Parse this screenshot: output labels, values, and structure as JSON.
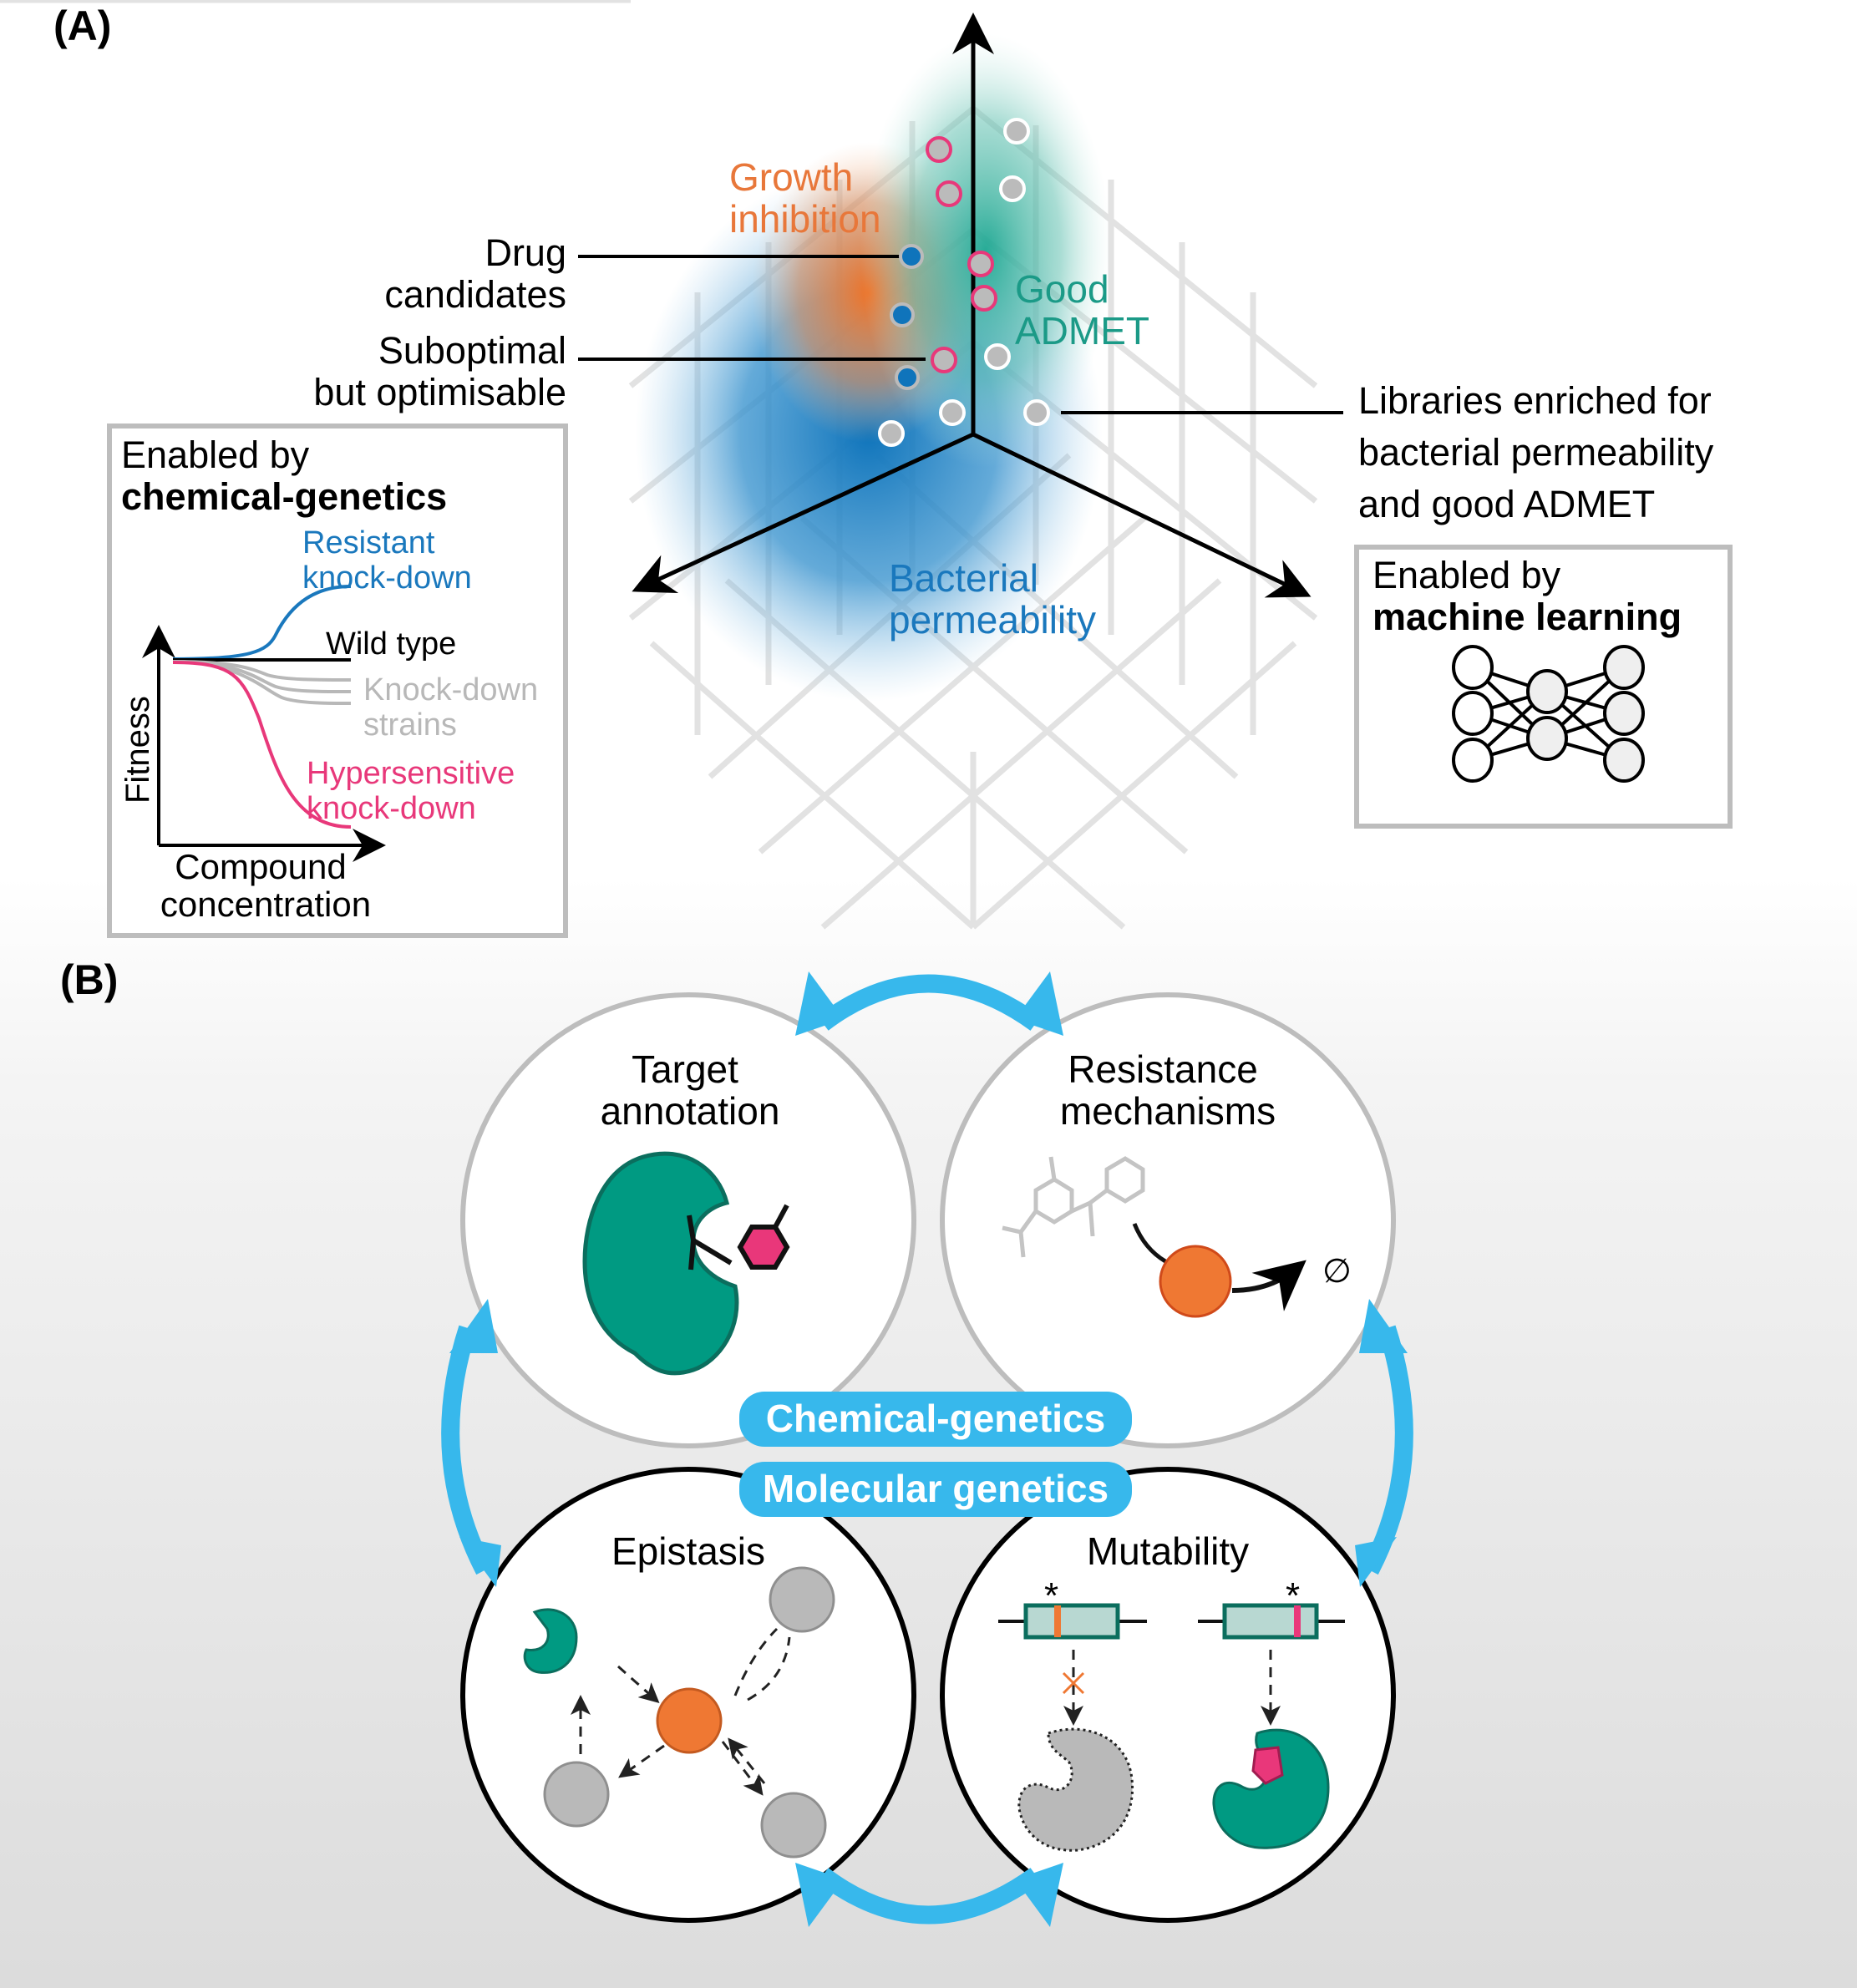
{
  "panel_a": {
    "label": "(A)",
    "regions": {
      "growth_inhibition": [
        "Growth",
        "inhibition"
      ],
      "good_admet": [
        "Good",
        "ADMET"
      ],
      "bacterial_permeability": [
        "Bacterial",
        "permeability"
      ]
    },
    "callouts": {
      "drug_candidates": [
        "Drug",
        "candidates"
      ],
      "suboptimal": [
        "Suboptimal",
        "but optimisable"
      ],
      "libraries": [
        "Libraries enriched for",
        "bacterial permeability",
        "and good ADMET"
      ]
    },
    "chem_genetics_box": {
      "title_line1": "Enabled by",
      "title_line2": "chemical-genetics",
      "resistant": [
        "Resistant",
        "knock-down"
      ],
      "wild_type": "Wild type",
      "knockdown": [
        "Knock-down",
        "strains"
      ],
      "hypersensitive": [
        "Hypersensitive",
        "knock-down"
      ],
      "y_axis": "Fitness",
      "x_axis": [
        "Compound",
        "concentration"
      ]
    },
    "ml_box": {
      "title_line1": "Enabled by",
      "title_line2": "machine learning"
    },
    "colors": {
      "orange": "#e8773a",
      "teal": "#1b9a87",
      "blue": "#1a78bd",
      "pink": "#e8387a",
      "grey_dot": "#bbbbbb"
    }
  },
  "panel_b": {
    "label": "(B)",
    "circles": {
      "target_annotation": [
        "Target",
        "annotation"
      ],
      "resistance_mechanisms": [
        "Resistance",
        "mechanisms"
      ],
      "epistasis": "Epistasis",
      "mutability": "Mutability"
    },
    "null_symbol": "∅",
    "mutation_marker": "*",
    "pills": {
      "chemical_genetics": "Chemical-genetics",
      "molecular_genetics": "Molecular genetics"
    },
    "colors": {
      "arrow_blue": "#37b8ec",
      "protein_teal": "#009a82",
      "protein_orange": "#ef7833",
      "ligand_pink": "#e9377a",
      "grey_protein": "#b9b9b9"
    }
  }
}
